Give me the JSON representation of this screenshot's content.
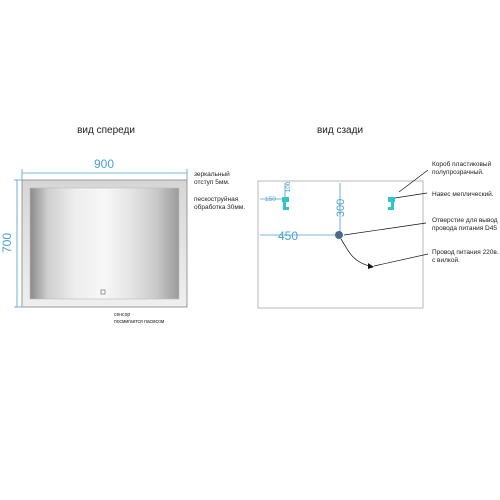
{
  "front": {
    "title": "вид спереди",
    "width_label": "900",
    "height_label": "700",
    "notes": {
      "mirror_line1": "зеркальный",
      "mirror_line2": "отступ 5мм.",
      "sandblast_line1": "пескоструйная",
      "sandblast_line2": "обработка 30мм.",
      "sensor_line1": "сенсор",
      "sensor_line2": "посмигается пасмсом"
    }
  },
  "back": {
    "title": "вид сзади",
    "dims": {
      "d150": "150",
      "d100": "100",
      "d300": "300",
      "d450": "450"
    },
    "notes": {
      "box_line1": "Короб пластиковый",
      "box_line2": "полупрозрачный.",
      "hanger": "Навес меплический.",
      "hole_line1": "Отверстие для вывод",
      "hole_line2": "провода питания D45",
      "cable_line1": "Провод питания 220в.",
      "cable_line2": "с вилкой."
    }
  },
  "colors": {
    "dimension": "#4a9fd4",
    "outline": "#b8b8b8",
    "hanger": "#2fc6c6",
    "hole": "#4a6a8a"
  }
}
